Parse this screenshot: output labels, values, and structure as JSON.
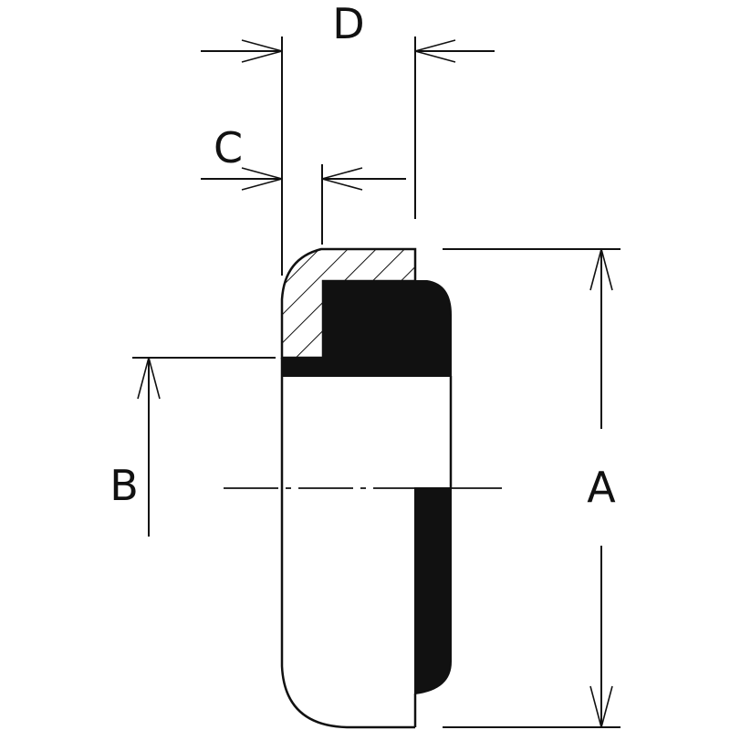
{
  "labels": {
    "A": "A",
    "B": "B",
    "C": "C",
    "D": "D"
  },
  "colors": {
    "ink": "#111111",
    "background": "#ffffff"
  }
}
